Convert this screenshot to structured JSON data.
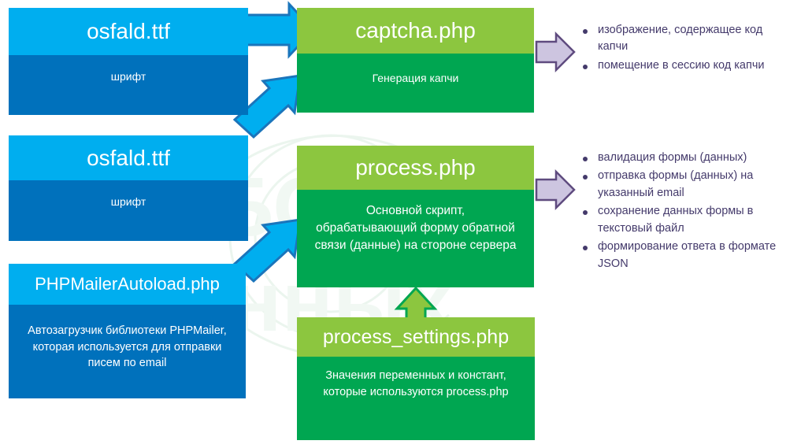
{
  "diagram": {
    "title": "PHP form scripts structure diagram",
    "colors": {
      "blue_header": "#00aeef",
      "blue_body": "#0071bc",
      "green_header": "#8cc63f",
      "green_body": "#00a651",
      "blue_arrow_fill": "#00aeef",
      "blue_arrow_stroke": "#1b75bb",
      "purple_arrow_fill": "#cdc5e0",
      "purple_arrow_stroke": "#5f4b7f",
      "green_arrow_fill": "#8cc63f",
      "green_arrow_stroke": "#00a651",
      "bullet_text": "#443a6b",
      "background": "#ffffff"
    },
    "nodes": [
      {
        "id": "osfald-1",
        "title": "osfald.ttf",
        "description": "шрифт"
      },
      {
        "id": "osfald-2",
        "title": "osfald.ttf",
        "description": "шрифт"
      },
      {
        "id": "phpmailer-autoload",
        "title": "PHPMailerAutoload.php",
        "description": "Автозагрузчик библиотеки PHPMailer, которая используется для отправки писем по email"
      },
      {
        "id": "captcha",
        "title": "captcha.php",
        "description": "Генерация капчи"
      },
      {
        "id": "process",
        "title": "process.php",
        "description": "Основной скрипт, обрабатывающий форму обратной связи (данные) на стороне сервера"
      },
      {
        "id": "process-settings",
        "title": "process_settings.php",
        "description": "Значения переменных и констант, которые используются process.php"
      }
    ],
    "outputs": {
      "captcha": [
        "изображение, содержащее код капчи",
        "помещение в сессию код капчи"
      ],
      "process": [
        "валидация формы (данных)",
        "отправка формы (данных) на указанный email",
        "сохранение данных формы в текстовый файл",
        "формирование ответа в формате JSON"
      ]
    },
    "arrows": [
      {
        "id": "arrow-osfald1-to-captcha",
        "kind": "blue-right"
      },
      {
        "id": "arrow-osfald2-to-captcha",
        "kind": "blue-diagonal-up"
      },
      {
        "id": "arrow-phpmailer-to-process",
        "kind": "blue-diagonal-up"
      },
      {
        "id": "arrow-captcha-to-outputs",
        "kind": "purple-right"
      },
      {
        "id": "arrow-process-to-outputs",
        "kind": "purple-right"
      },
      {
        "id": "arrow-settings-to-process",
        "kind": "green-up"
      }
    ]
  }
}
